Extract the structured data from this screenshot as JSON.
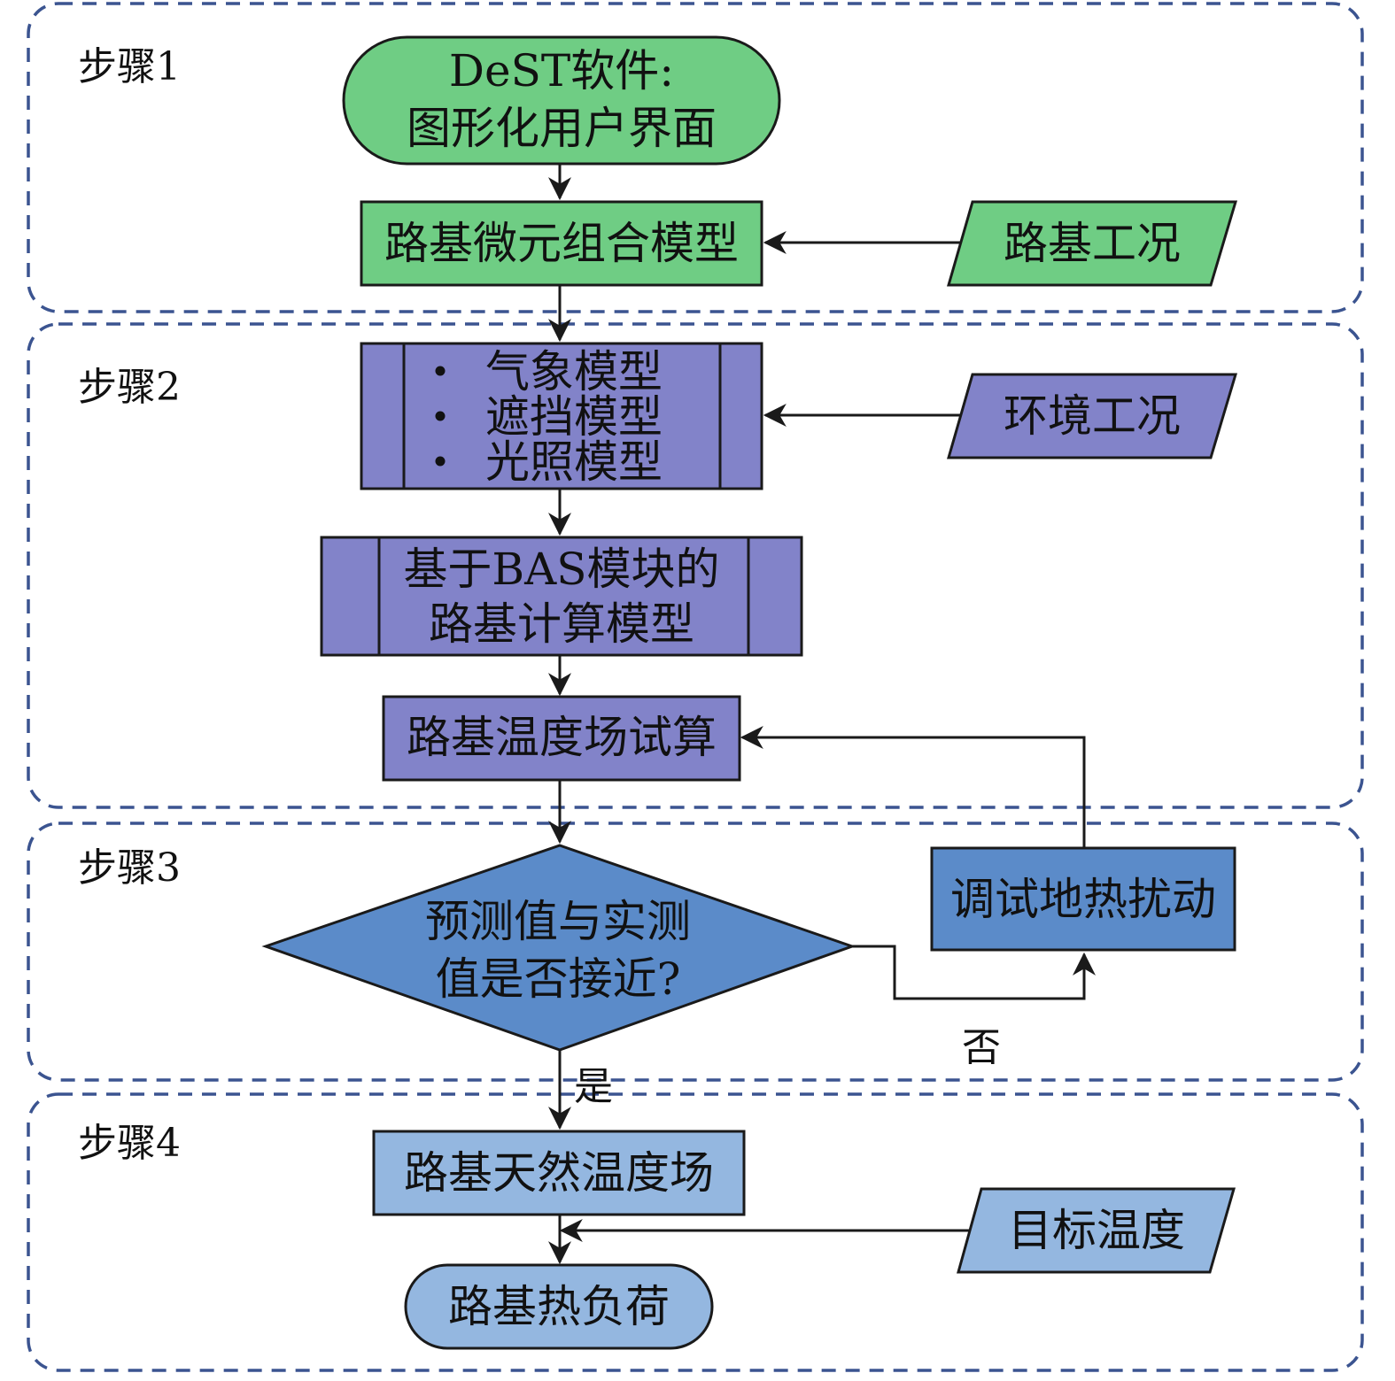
{
  "colors": {
    "green": "#6fcd84",
    "purple": "#8283c9",
    "blue": "#5b8bc9",
    "light_blue": "#94b7e0",
    "frame": "#3b5490",
    "stroke": "#1a1a1a"
  },
  "steps": [
    {
      "label": "步骤1"
    },
    {
      "label": "步骤2"
    },
    {
      "label": "步骤3"
    },
    {
      "label": "步骤4"
    }
  ],
  "nodes": {
    "dest_software": {
      "lines": [
        "DeST软件:",
        "图形化用户界面"
      ]
    },
    "micro_model": {
      "text": "路基微元组合模型"
    },
    "subgrade_condition": {
      "text": "路基工况"
    },
    "env_models": {
      "items": [
        "气象模型",
        "遮挡模型",
        "光照模型"
      ]
    },
    "env_condition": {
      "text": "环境工况"
    },
    "bas_model": {
      "lines": [
        "基于BAS模块的",
        "路基计算模型"
      ]
    },
    "temp_trial": {
      "text": "路基温度场试算"
    },
    "decision": {
      "lines": [
        "预测值与实测",
        "值是否接近?"
      ]
    },
    "debug_disturb": {
      "text": "调试地热扰动"
    },
    "natural_field": {
      "text": "路基天然温度场"
    },
    "target_temp": {
      "text": "目标温度"
    },
    "heat_load": {
      "text": "路基热负荷"
    }
  },
  "edge_labels": {
    "no": "否",
    "yes": "是"
  }
}
